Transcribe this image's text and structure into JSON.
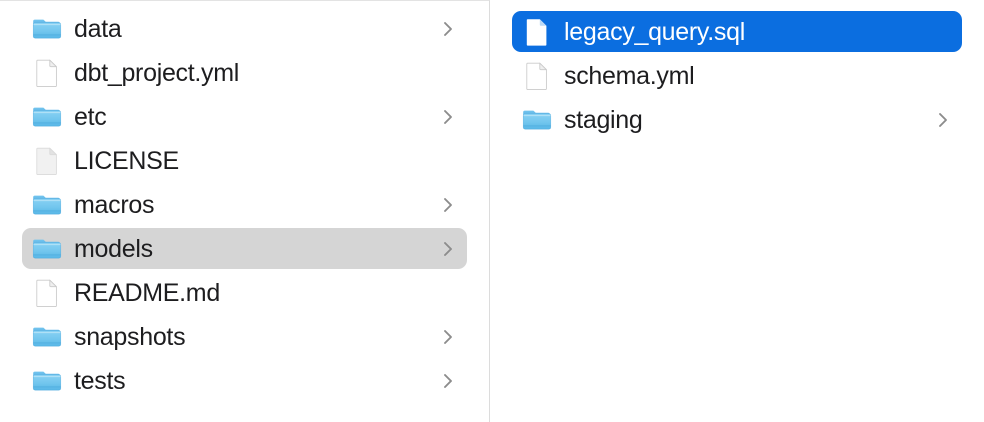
{
  "window": {
    "view_mode": "column-view",
    "accent_color": "#0b6ee0",
    "inactive_selection_color": "#d5d5d5",
    "text_color": "#1d1d1f",
    "selected_text_color": "#ffffff",
    "divider_color": "#dcdcdc"
  },
  "columns": [
    {
      "name": "parent-column",
      "items": [
        {
          "label": "data",
          "kind": "folder",
          "icon": "folder-icon",
          "has_chevron": true,
          "selected": false,
          "selection_state": "none"
        },
        {
          "label": "dbt_project.yml",
          "kind": "file",
          "icon": "document-icon",
          "has_chevron": false,
          "selected": false,
          "selection_state": "none"
        },
        {
          "label": "etc",
          "kind": "folder",
          "icon": "folder-icon",
          "has_chevron": true,
          "selected": false,
          "selection_state": "none"
        },
        {
          "label": "LICENSE",
          "kind": "file",
          "icon": "plain-file-icon",
          "has_chevron": false,
          "selected": false,
          "selection_state": "none"
        },
        {
          "label": "macros",
          "kind": "folder",
          "icon": "folder-icon",
          "has_chevron": true,
          "selected": false,
          "selection_state": "none"
        },
        {
          "label": "models",
          "kind": "folder",
          "icon": "folder-icon",
          "has_chevron": true,
          "selected": true,
          "selection_state": "inactive"
        },
        {
          "label": "README.md",
          "kind": "file",
          "icon": "document-icon",
          "has_chevron": false,
          "selected": false,
          "selection_state": "none"
        },
        {
          "label": "snapshots",
          "kind": "folder",
          "icon": "folder-icon",
          "has_chevron": true,
          "selected": false,
          "selection_state": "none"
        },
        {
          "label": "tests",
          "kind": "folder",
          "icon": "folder-icon",
          "has_chevron": true,
          "selected": false,
          "selection_state": "none"
        }
      ]
    },
    {
      "name": "child-column",
      "items": [
        {
          "label": "legacy_query.sql",
          "kind": "file",
          "icon": "document-icon",
          "has_chevron": false,
          "selected": true,
          "selection_state": "active"
        },
        {
          "label": "schema.yml",
          "kind": "file",
          "icon": "document-icon",
          "has_chevron": false,
          "selected": false,
          "selection_state": "none"
        },
        {
          "label": "staging",
          "kind": "folder",
          "icon": "folder-icon",
          "has_chevron": true,
          "selected": false,
          "selection_state": "none"
        }
      ]
    }
  ]
}
